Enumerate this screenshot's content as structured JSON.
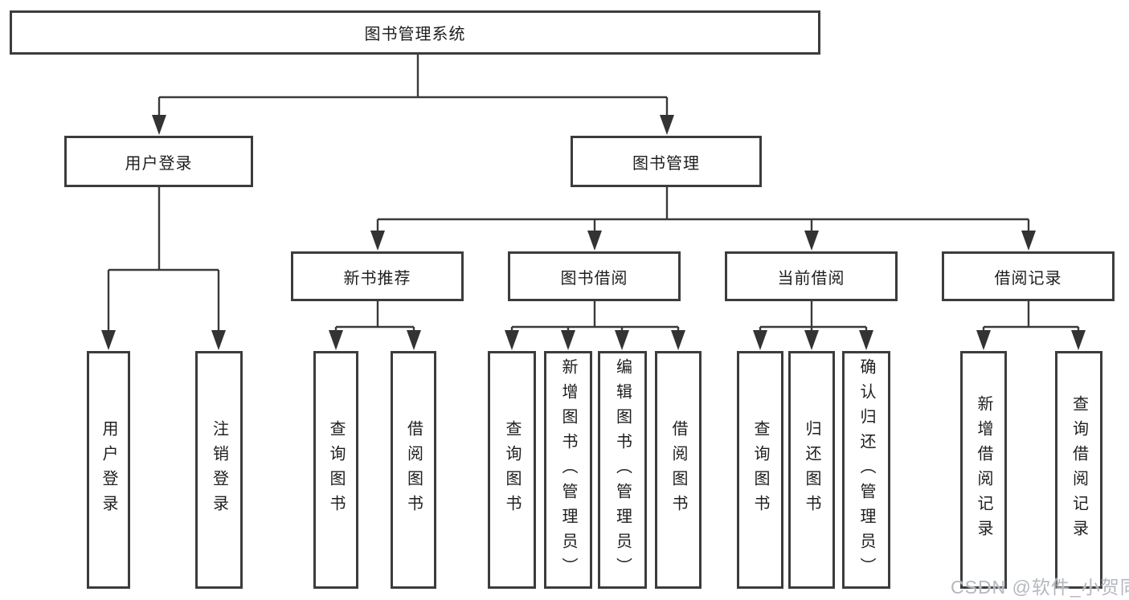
{
  "tree": {
    "root_label": "图书管理系统",
    "level2": [
      {
        "label": "用户登录"
      },
      {
        "label": "图书管理"
      }
    ],
    "level3": [
      {
        "label": "新书推荐"
      },
      {
        "label": "图书借阅"
      },
      {
        "label": "当前借阅"
      },
      {
        "label": "借阅记录"
      }
    ],
    "leaves": {
      "user_login": [
        "用户登录",
        "注销登录"
      ],
      "new_books": [
        "查询图书",
        "借阅图书"
      ],
      "book_borrow": [
        "查询图书",
        "新增图书（管理员）",
        "编辑图书（管理员）",
        "借阅图书"
      ],
      "current_borrow": [
        "查询图书",
        "归还图书",
        "确认归还（管理员）"
      ],
      "borrow_records": [
        "新增借阅记录",
        "查询借阅记录"
      ]
    }
  },
  "watermark": {
    "text": "CSDN @软件_小贺同学"
  },
  "colors": {
    "line": "#3a3a3a",
    "box_border": "#3c3c3c",
    "text": "#1e1e1e",
    "watermark": "#b4b8bf",
    "background": "#ffffff"
  }
}
